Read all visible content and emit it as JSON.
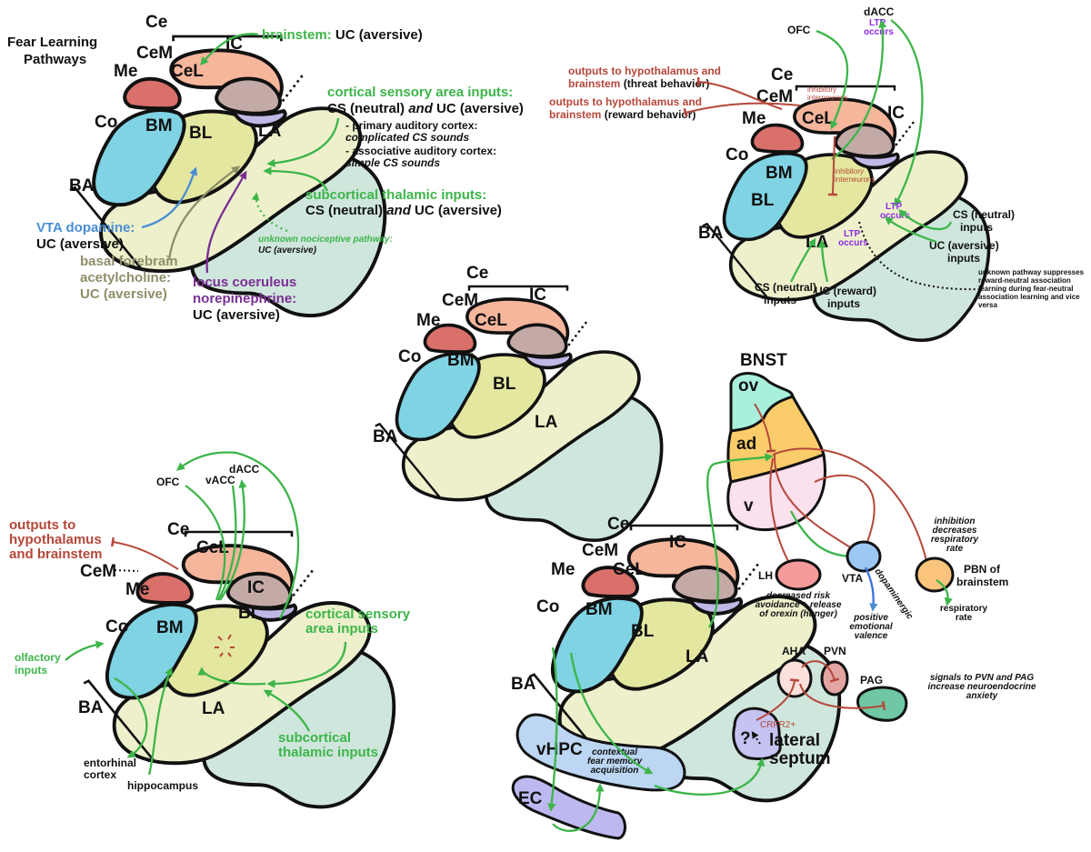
{
  "colors": {
    "Co": "#7fd3e3",
    "BM": "#e4e79f",
    "BL": "#eef0cc",
    "LA": "#cfe6dc",
    "CeM": "#f6b69c",
    "CeL": "#c4aaa7",
    "Me": "#d9706a",
    "IC": "#c2b8e8",
    "excitatory": "#3db54a",
    "inhibitory": "#b5473a",
    "dopamine": "#4a8fd4",
    "acetylcholine": "#8f8e6a",
    "norepinephrine": "#7a2f94",
    "ltp": "#8a2be2",
    "ov": "#a9f0dc",
    "ad": "#fbcd6a",
    "v": "#fbe0ee",
    "LH": "#f59a9a",
    "VTA": "#9cc7f2",
    "PBN": "#fbc47c",
    "AHA": "#fbe0dc",
    "PVN": "#e3a5a2",
    "PAG": "#6fc7a4",
    "septum": "#c4c3f2",
    "vHPC": "#bcd6f3",
    "EC": "#bdb9f0"
  },
  "amygdala_labels": {
    "Ce": "Ce",
    "CeM": "CeM",
    "CeL": "CeL",
    "Me": "Me",
    "IC": "IC",
    "Co": "Co",
    "BM": "BM",
    "BL": "BL",
    "LA": "LA",
    "BA": "BA"
  },
  "panel_fear": {
    "title_line1": "Fear Learning",
    "title_line2": "Pathways",
    "brainstem_prefix": "brainstem:",
    "brainstem_suffix": "UC (aversive)",
    "cortical_title": "cortical sensory area inputs:",
    "cortical_cs": "CS (neutral)",
    "cortical_and": "and",
    "cortical_uc": "UC (aversive)",
    "primary_label": "- primary auditory cortex:",
    "primary_value": "complicated CS sounds",
    "assoc_label": "- associative auditory cortex:",
    "assoc_value": "simple CS sounds",
    "subcortical_title": "subcortical thalamic inputs:",
    "subcortical_cs": "CS (neutral)",
    "subcortical_and": "and",
    "subcortical_uc": "UC (aversive)",
    "noci_title": "unknown nociceptive pathway:",
    "noci_value": "UC (aversive)",
    "vta_title": "VTA dopamine:",
    "vta_value": "UC (aversive)",
    "bf_line1": "basal forebrain",
    "bf_line2": "acetylcholine:",
    "bf_line3": "UC (aversive)",
    "lc_line1": "locus coeruleus",
    "lc_line2": "norepinephrine:",
    "lc_line3": "UC (aversive)"
  },
  "panel_valence": {
    "ofc": "OFC",
    "dacc": "dACC",
    "ltp_line1": "LTP",
    "ltp_line2": "occurs",
    "out_threat_line1": "outputs to hypothalamus and",
    "out_threat_line2_red": "brainstem",
    "out_threat_line2_black": "(threat behavior)",
    "out_reward_line1": "outputs to hypothalamus and",
    "out_reward_line2_red": "brainstem",
    "out_reward_line2_black": "(reward behavior)",
    "inhib_line1": "inhibitory",
    "inhib_line2": "interneurons",
    "cs_right_line1": "CS (neutral)",
    "cs_right_line2": "inputs",
    "uc_aversive_line1": "UC (aversive)",
    "uc_aversive_line2": "inputs",
    "cs_bottom_line1": "CS (neutral)",
    "cs_bottom_line2": "inputs",
    "uc_reward_line1": "UC (reward)",
    "uc_reward_line2": "inputs",
    "unknown_lines": [
      "unknown pathway suppresses",
      "reward-neutral association",
      "learning during fear-neutral",
      "association learning and vice",
      "versa"
    ]
  },
  "panel_anxiety_left": {
    "ofc": "OFC",
    "vacc": "vACC",
    "dacc": "dACC",
    "out_lines": [
      "outputs to",
      "hypothalamus",
      "and brainstem"
    ],
    "cortical_lines": [
      "cortical sensory",
      "area inputs"
    ],
    "olfactory_lines": [
      "olfactory",
      "inputs"
    ],
    "subcortical_lines": [
      "subcortical",
      "thalamic inputs"
    ],
    "entorhinal_lines": [
      "entorhinal",
      "cortex"
    ],
    "hippocampus": "hippocampus"
  },
  "panel_bnst": {
    "bnst": "BNST",
    "ov": "ov",
    "ad": "ad",
    "v": "v",
    "lh": "LH",
    "vta": "VTA",
    "pbn_line1": "PBN of",
    "pbn_line2": "brainstem",
    "lh_note": [
      "decreased risk",
      "avoidance + release",
      "of orexin (hunger)"
    ],
    "dopaminergic": "dopaminergic",
    "valence_note": [
      "positive",
      "emotional",
      "valence"
    ],
    "inhib_note": [
      "inhibition",
      "decreases",
      "respiratory",
      "rate"
    ],
    "resp_note": [
      "respiratory",
      "rate"
    ],
    "aha": "AHA",
    "pvn": "PVN",
    "pag": "PAG",
    "signals_note": [
      "signals to PVN and PAG",
      "increase neuroendocrine",
      "anxiety"
    ],
    "crfr2": "CRFR2+",
    "question": "?",
    "septum_line1": "lateral",
    "septum_line2": "septum",
    "vhpc": "vHPC",
    "ec": "EC",
    "context_note": [
      "contextual",
      "fear memory",
      "acquisition"
    ]
  }
}
